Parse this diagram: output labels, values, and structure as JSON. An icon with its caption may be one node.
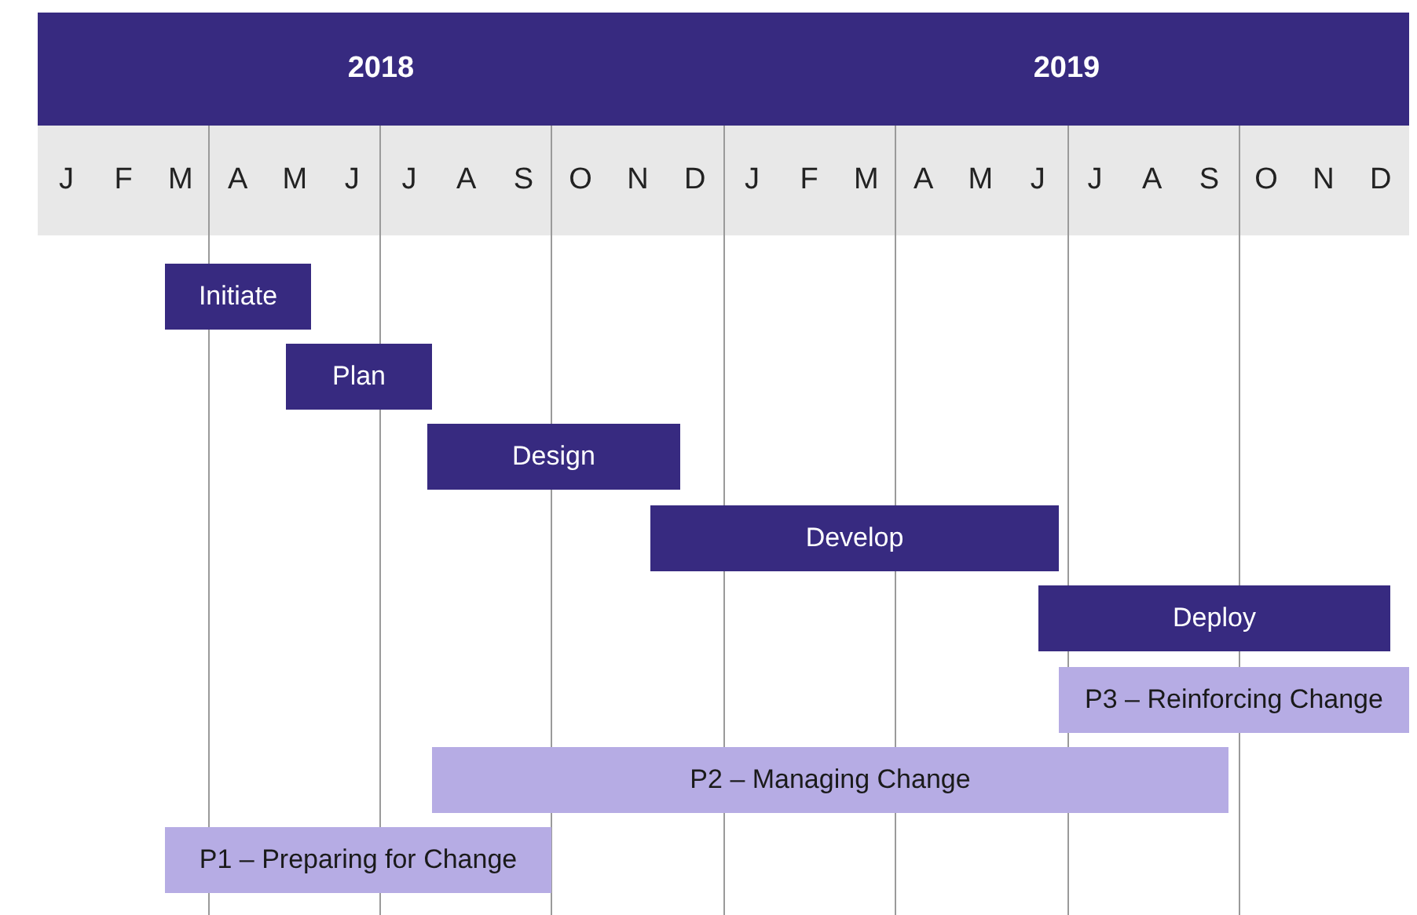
{
  "diagram": {
    "nodes": [
      {
        "text": [
          "2018"
        ]
      },
      {
        "text": [
          "2019"
        ]
      },
      {
        "text": [
          "Initiate"
        ]
      },
      {
        "text": [
          "Plan"
        ]
      },
      {
        "text": [
          "Design"
        ]
      },
      {
        "text": [
          "Develop"
        ]
      },
      {
        "text": [
          "Deploy"
        ]
      },
      {
        "text": [
          "P3 – Reinforcing Change"
        ]
      },
      {
        "text": [
          "P2 – Managing Change"
        ]
      },
      {
        "text": [
          "P1 – Preparing for Change"
        ]
      }
    ],
    "labels": [
      "J",
      "F",
      "M",
      "A",
      "M",
      "J",
      "J",
      "A",
      "S",
      "O",
      "N",
      "D",
      "J",
      "F",
      "M",
      "A",
      "M",
      "J",
      "J",
      "A",
      "S",
      "O",
      "N",
      "D"
    ]
  }
}
